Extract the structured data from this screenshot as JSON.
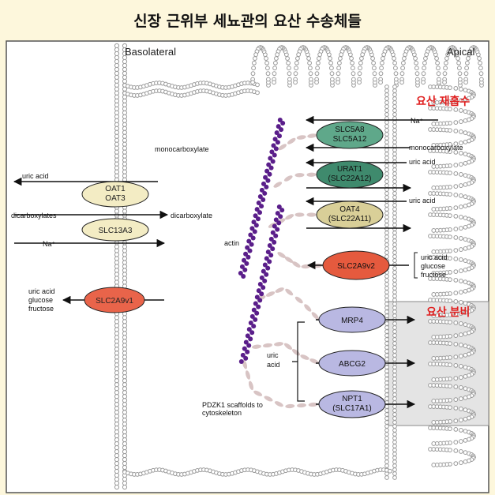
{
  "title": "신장 근위부 세뇨관의 요산 수송체들",
  "sides": {
    "basolateral": "Basolateral",
    "apical": "Apical"
  },
  "headings": {
    "reabsorption": "요산 재흡수",
    "secretion": "요산 분비"
  },
  "basolateral_transporters": [
    {
      "id": "oat",
      "lines": [
        "OAT1",
        "OAT3"
      ],
      "color": "#f3ecc4"
    },
    {
      "id": "slc13a3",
      "lines": [
        "SLC13A3"
      ],
      "color": "#f3ecc4"
    },
    {
      "id": "slc2a9v1",
      "lines": [
        "SLC2A9v1"
      ],
      "color": "#e9644a"
    }
  ],
  "basolateral_labels": {
    "uric_acid": "uric acid",
    "dicarboxylates": "dicarboxylates",
    "dicarboxylate": "dicarboxylate",
    "na": "Na⁺",
    "substrates": [
      "uric acid",
      "glucose",
      "fructose"
    ]
  },
  "apical_transporters": [
    {
      "id": "slc5a8",
      "lines": [
        "SLC5A8",
        "SLC5A12"
      ],
      "color": "#5fa88a"
    },
    {
      "id": "urat1",
      "lines": [
        "URAT1",
        "(SLC22A12)"
      ],
      "color": "#3f8a6d"
    },
    {
      "id": "oat4",
      "lines": [
        "OAT4",
        "(SLC22A11)"
      ],
      "color": "#d9cf98"
    },
    {
      "id": "slc2a9v2",
      "lines": [
        "SLC2A9v2"
      ],
      "color": "#e55a3e"
    },
    {
      "id": "mrp4",
      "lines": [
        "MRP4"
      ],
      "color": "#b9b8e2"
    },
    {
      "id": "abcg2",
      "lines": [
        "ABCG2"
      ],
      "color": "#b9b8e2"
    },
    {
      "id": "npt1",
      "lines": [
        "NPT1",
        "(SLC17A1)"
      ],
      "color": "#b9b8e2"
    }
  ],
  "apical_labels": {
    "na": "Na⁺",
    "monocarboxylate": "monocarboxylate",
    "uric_acid_1": "uric acid",
    "uric_acid_2": "uric acid",
    "substrates": [
      "uric acid",
      "glucose",
      "fructose"
    ],
    "uric_acid_secretion": [
      "uric",
      "acid"
    ]
  },
  "cell_labels": {
    "monocarboxylate": "monocarboxylate",
    "actin": "actin",
    "pdzk1": [
      "PDZK1 scaffolds to",
      "cytoskeleton"
    ]
  },
  "colors": {
    "background": "#fdf7dc",
    "reabsorption_heading": "#e02020",
    "secretion_heading": "#e02020",
    "actin": "#5a1e8a",
    "pdzk1": "#d8c4c4",
    "membrane": "#9a9a9a",
    "lumen_shade": "#e4e4e4"
  }
}
